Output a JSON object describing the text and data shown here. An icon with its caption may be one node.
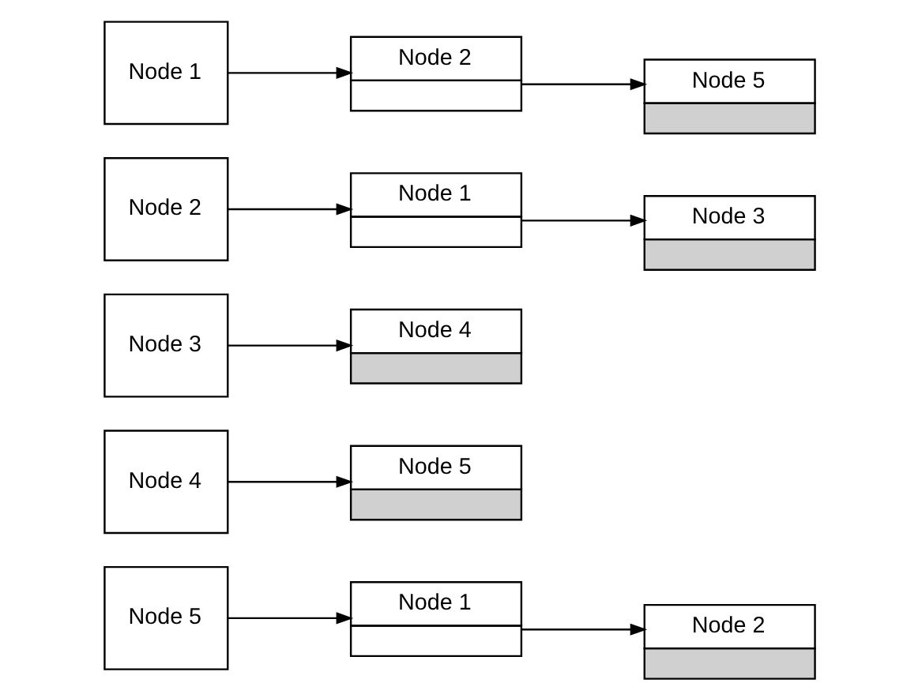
{
  "diagram": {
    "nodes": [
      {
        "text": [
          "Node 1"
        ]
      },
      {
        "text": [
          "Node 2"
        ]
      },
      {
        "text": [
          "Node 5"
        ]
      },
      {
        "text": [
          "Node 2"
        ]
      },
      {
        "text": [
          "Node 1"
        ]
      },
      {
        "text": [
          "Node 3"
        ]
      },
      {
        "text": [
          "Node 3"
        ]
      },
      {
        "text": [
          "Node 4"
        ]
      },
      {
        "text": [
          "Node 4"
        ]
      },
      {
        "text": [
          "Node 5"
        ]
      },
      {
        "text": [
          "Node 5"
        ]
      },
      {
        "text": [
          "Node 1"
        ]
      },
      {
        "text": [
          "Node 2"
        ]
      }
    ],
    "edges": [
      {
        "from": 0,
        "to": 1,
        "arrow": "to"
      },
      {
        "from": 1,
        "to": 2,
        "arrow": "to"
      },
      {
        "from": 3,
        "to": 4,
        "arrow": "to"
      },
      {
        "from": 4,
        "to": 5,
        "arrow": "to"
      },
      {
        "from": 6,
        "to": 7,
        "arrow": "to"
      },
      {
        "from": 8,
        "to": 9,
        "arrow": "to"
      },
      {
        "from": 10,
        "to": 11,
        "arrow": "to"
      },
      {
        "from": 11,
        "to": 12,
        "arrow": "to"
      }
    ]
  }
}
